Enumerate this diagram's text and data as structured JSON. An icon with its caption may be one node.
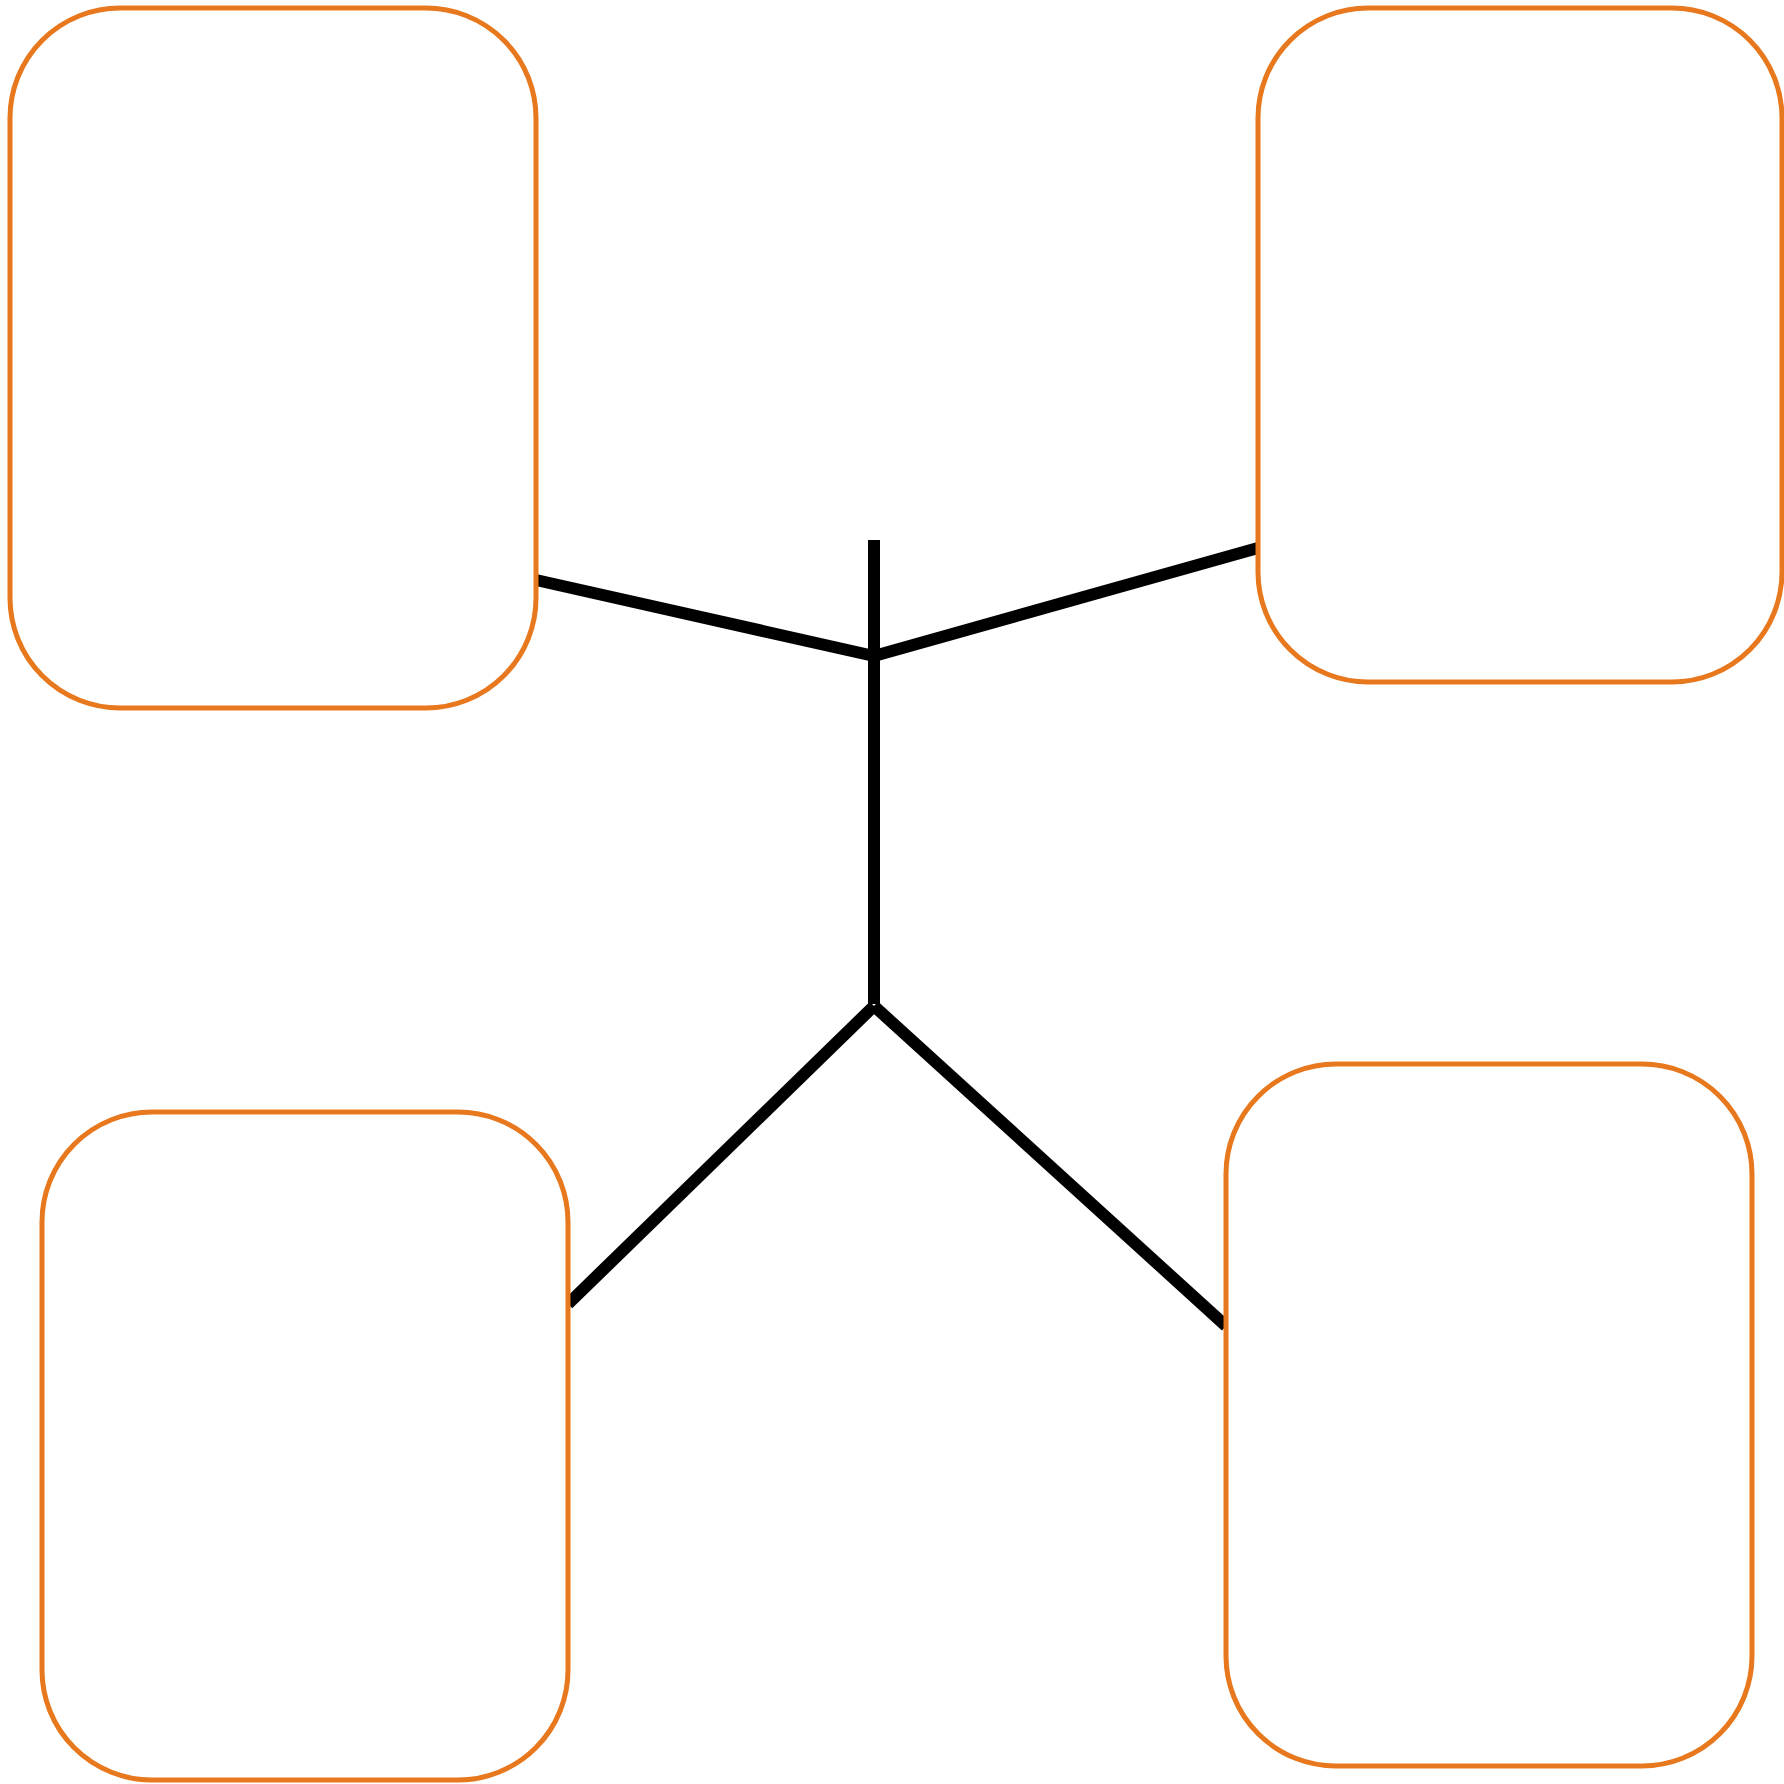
{
  "diagram": {
    "nodes": [
      {
        "text": [],
        "shape": "box"
      },
      {
        "text": [],
        "shape": "box"
      },
      {
        "text": [],
        "shape": "person"
      },
      {
        "text": [],
        "shape": "box"
      },
      {
        "text": [],
        "shape": "box"
      }
    ],
    "edges": [
      {
        "from": 2,
        "to": 0,
        "arrow": "none"
      },
      {
        "from": 2,
        "to": 1,
        "arrow": "none"
      },
      {
        "from": 2,
        "to": 3,
        "arrow": "none"
      },
      {
        "from": 2,
        "to": 4,
        "arrow": "none"
      }
    ]
  }
}
